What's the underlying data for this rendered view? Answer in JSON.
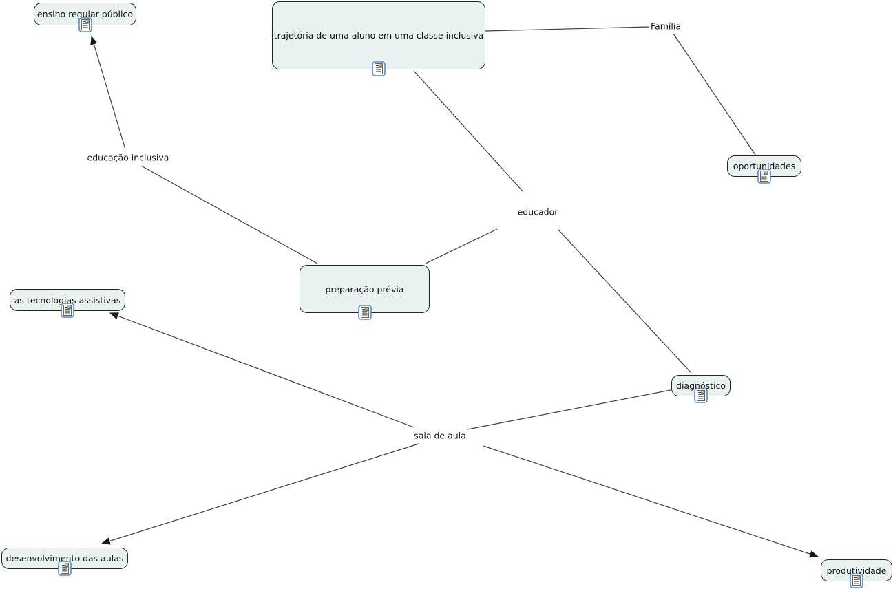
{
  "diagram": {
    "type": "concept-map",
    "background_color": "#ffffff",
    "node_fill_color": "#e9f1f1",
    "node_border_color": "#222222",
    "edge_color": "#3d3d3d",
    "resource_icon": {
      "name": "resource-icon",
      "border_color": "#5588cc",
      "fill_color": "#ffffff"
    },
    "nodes": {
      "ensino": {
        "label": "ensino regular público"
      },
      "trajetoria": {
        "label": "trajetória de uma aluno em uma classe inclusiva"
      },
      "oportunidades": {
        "label": "oportunidades"
      },
      "preparacao": {
        "label": "preparação prévia"
      },
      "tecnologias": {
        "label": "as tecnologias assistivas"
      },
      "diagnostico": {
        "label": "diagnóstico"
      },
      "desenvolvimento": {
        "label": "desenvolvimento das aulas"
      },
      "produtividade": {
        "label": "produtividade"
      }
    },
    "phrases": {
      "familia": {
        "label": "Família"
      },
      "educacao_inclusiva": {
        "label": "educação inclusiva"
      },
      "educador": {
        "label": "educador"
      },
      "sala_de_aula": {
        "label": "sala de aula"
      }
    },
    "edges": [
      {
        "from": "trajetoria",
        "to": "familia",
        "arrow": false
      },
      {
        "from": "familia",
        "to": "oportunidades",
        "arrow": false
      },
      {
        "from": "trajetoria",
        "to": "educador",
        "arrow": false
      },
      {
        "from": "educacao_inclusiva",
        "to": "ensino",
        "arrow": true
      },
      {
        "from": "educacao_inclusiva",
        "to": "preparacao",
        "arrow": false
      },
      {
        "from": "educador",
        "to": "preparacao",
        "arrow": false
      },
      {
        "from": "educador",
        "to": "diagnostico",
        "arrow": false
      },
      {
        "from": "sala_de_aula",
        "to": "diagnostico",
        "arrow": false
      },
      {
        "from": "sala_de_aula",
        "to": "tecnologias",
        "arrow": true
      },
      {
        "from": "sala_de_aula",
        "to": "desenvolvimento",
        "arrow": true
      },
      {
        "from": "sala_de_aula",
        "to": "produtividade",
        "arrow": true
      }
    ]
  }
}
